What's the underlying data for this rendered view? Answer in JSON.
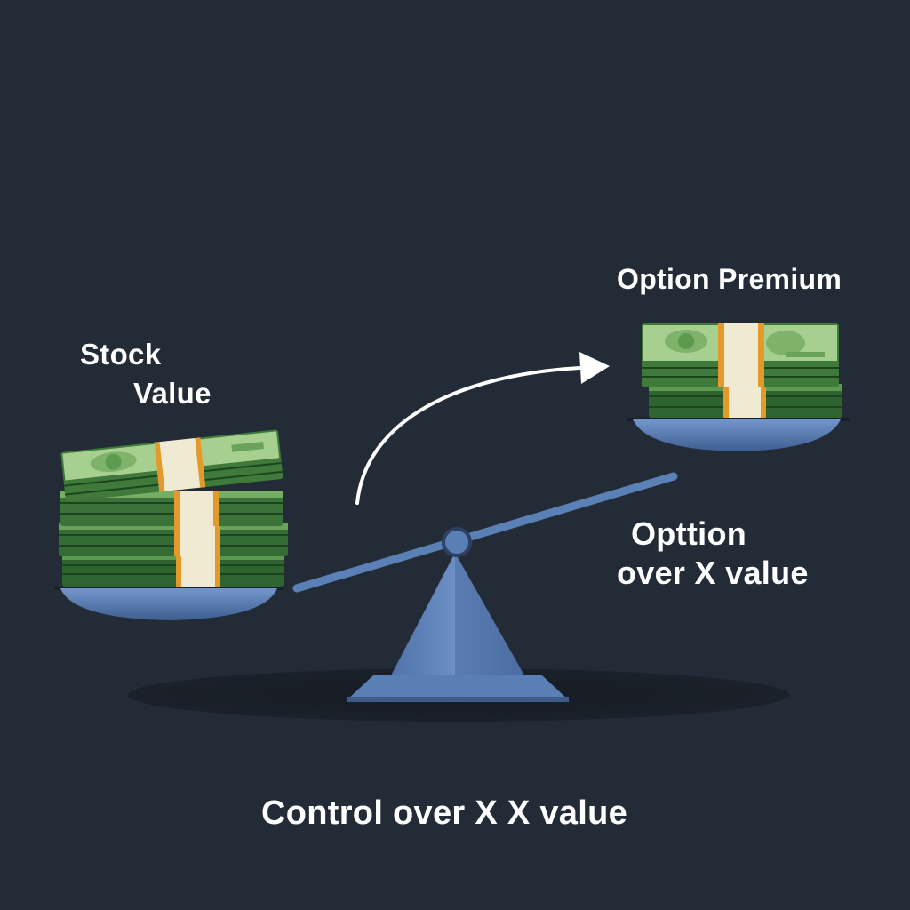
{
  "labels": {
    "option_premium": "Option Premium",
    "stock_value_line1": "Stock",
    "stock_value_line2": "Value",
    "option_value_line1": "Opttion",
    "option_value_line2": "over X value",
    "caption": "Control over X X value"
  },
  "icons": {
    "left_pan": "money-stack-large-icon",
    "right_pan": "money-stack-small-icon",
    "arrow": "curved-arrow-icon",
    "scale": "balance-scale-icon"
  },
  "colors": {
    "background": "#232c36",
    "scale_blue": "#5a7fb4",
    "money_green": "#3f7a3a",
    "money_light": "#a7cf8f",
    "band_cream": "#f1ead2",
    "band_orange": "#e49a2b",
    "text": "#ffffff"
  }
}
